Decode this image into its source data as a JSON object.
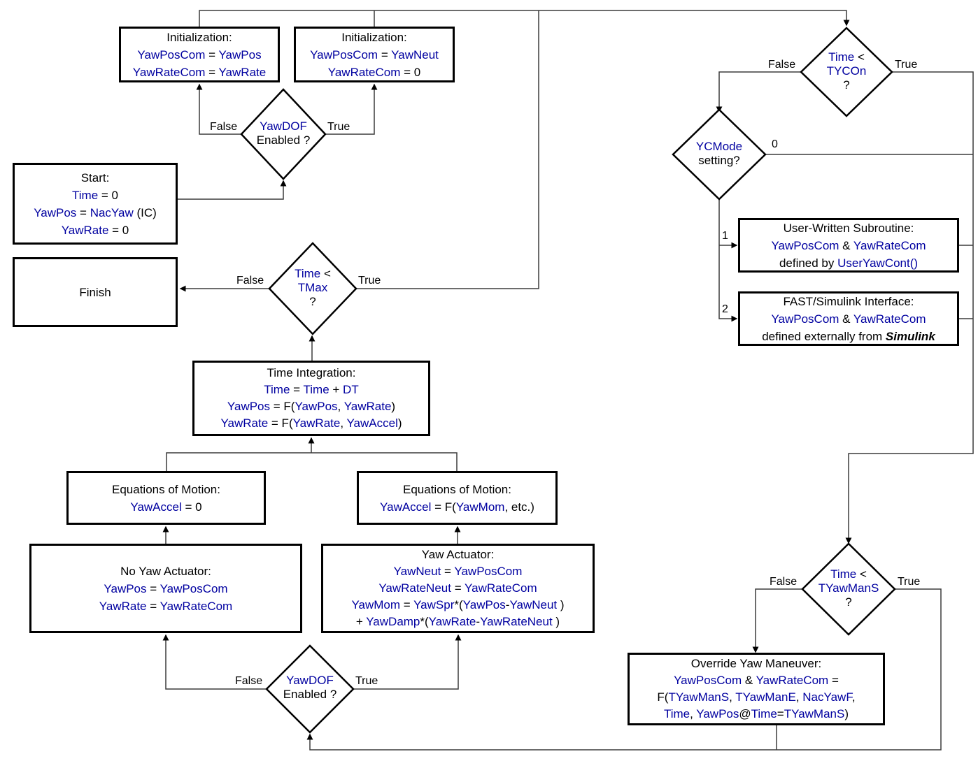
{
  "colors": {
    "variable_text": "#0000A0",
    "plain_text": "#000000",
    "connector": "#3c3c3c",
    "shape_border": "#000000",
    "background": "#ffffff"
  },
  "edge_labels": {
    "yawdof_top_false": "False",
    "yawdof_top_true": "True",
    "tmax_false": "False",
    "tmax_true": "True",
    "tycon_false": "False",
    "tycon_true": "True",
    "ycmode_zero": "0",
    "ycmode_one": "1",
    "ycmode_two": "2",
    "tyawmans_false": "False",
    "tyawmans_true": "True",
    "yawdof_bottom_false": "False",
    "yawdof_bottom_true": "True"
  },
  "nodes": {
    "init_left": {
      "type": "process",
      "lines": [
        [
          {
            "t": "Initialization:",
            "c": "k"
          }
        ],
        [
          {
            "t": "YawPosCom",
            "c": "b"
          },
          {
            "t": " = ",
            "c": "k"
          },
          {
            "t": "YawPos",
            "c": "b"
          }
        ],
        [
          {
            "t": "YawRateCom",
            "c": "b"
          },
          {
            "t": " = ",
            "c": "k"
          },
          {
            "t": "YawRate",
            "c": "b"
          }
        ]
      ]
    },
    "init_right": {
      "type": "process",
      "lines": [
        [
          {
            "t": "Initialization:",
            "c": "k"
          }
        ],
        [
          {
            "t": "YawPosCom",
            "c": "b"
          },
          {
            "t": " = ",
            "c": "k"
          },
          {
            "t": "YawNeut",
            "c": "b"
          }
        ],
        [
          {
            "t": "YawRateCom",
            "c": "b"
          },
          {
            "t": " = 0",
            "c": "k"
          }
        ]
      ]
    },
    "start": {
      "type": "process",
      "lines": [
        [
          {
            "t": "Start:",
            "c": "k"
          }
        ],
        [
          {
            "t": "Time",
            "c": "b"
          },
          {
            "t": " = 0",
            "c": "k"
          }
        ],
        [
          {
            "t": "YawPos",
            "c": "b"
          },
          {
            "t": " = ",
            "c": "k"
          },
          {
            "t": "NacYaw",
            "c": "b"
          },
          {
            "t": " (IC)",
            "c": "k"
          }
        ],
        [
          {
            "t": "YawRate",
            "c": "b"
          },
          {
            "t": " = 0",
            "c": "k"
          }
        ]
      ]
    },
    "finish": {
      "type": "process",
      "lines": [
        [
          {
            "t": "Finish",
            "c": "k"
          }
        ]
      ]
    },
    "time_integration": {
      "type": "process",
      "lines": [
        [
          {
            "t": "Time Integration:",
            "c": "k"
          }
        ],
        [
          {
            "t": "Time",
            "c": "b"
          },
          {
            "t": " = ",
            "c": "k"
          },
          {
            "t": "Time",
            "c": "b"
          },
          {
            "t": " + ",
            "c": "k"
          },
          {
            "t": "DT",
            "c": "b"
          }
        ],
        [
          {
            "t": "YawPos",
            "c": "b"
          },
          {
            "t": " = F(",
            "c": "k"
          },
          {
            "t": "YawPos",
            "c": "b"
          },
          {
            "t": ", ",
            "c": "k"
          },
          {
            "t": "YawRate",
            "c": "b"
          },
          {
            "t": ")",
            "c": "k"
          }
        ],
        [
          {
            "t": "YawRate",
            "c": "b"
          },
          {
            "t": " = F(",
            "c": "k"
          },
          {
            "t": "YawRate",
            "c": "b"
          },
          {
            "t": ", ",
            "c": "k"
          },
          {
            "t": "YawAccel",
            "c": "b"
          },
          {
            "t": ")",
            "c": "k"
          }
        ]
      ]
    },
    "eom_left": {
      "type": "process",
      "lines": [
        [
          {
            "t": "Equations of Motion:",
            "c": "k"
          }
        ],
        [
          {
            "t": "YawAccel",
            "c": "b"
          },
          {
            "t": " = 0",
            "c": "k"
          }
        ]
      ]
    },
    "eom_right": {
      "type": "process",
      "lines": [
        [
          {
            "t": "Equations of Motion:",
            "c": "k"
          }
        ],
        [
          {
            "t": "YawAccel",
            "c": "b"
          },
          {
            "t": " = F(",
            "c": "k"
          },
          {
            "t": "YawMom",
            "c": "b"
          },
          {
            "t": ", etc.)",
            "c": "k"
          }
        ]
      ]
    },
    "no_yaw_actuator": {
      "type": "process",
      "lines": [
        [
          {
            "t": "No Yaw Actuator:",
            "c": "k"
          }
        ],
        [
          {
            "t": "YawPos",
            "c": "b"
          },
          {
            "t": " = ",
            "c": "k"
          },
          {
            "t": "YawPosCom",
            "c": "b"
          }
        ],
        [
          {
            "t": "YawRate",
            "c": "b"
          },
          {
            "t": " = ",
            "c": "k"
          },
          {
            "t": "YawRateCom",
            "c": "b"
          }
        ]
      ]
    },
    "yaw_actuator": {
      "type": "process",
      "lines": [
        [
          {
            "t": "Yaw Actuator:",
            "c": "k"
          }
        ],
        [
          {
            "t": "YawNeut",
            "c": "b"
          },
          {
            "t": " = ",
            "c": "k"
          },
          {
            "t": "YawPosCom",
            "c": "b"
          }
        ],
        [
          {
            "t": "YawRateNeut",
            "c": "b"
          },
          {
            "t": " = ",
            "c": "k"
          },
          {
            "t": "YawRateCom",
            "c": "b"
          }
        ],
        [
          {
            "t": "YawMom",
            "c": "b"
          },
          {
            "t": " = ",
            "c": "k"
          },
          {
            "t": "YawSpr",
            "c": "b"
          },
          {
            "t": "*(",
            "c": "k"
          },
          {
            "t": "YawPos",
            "c": "b"
          },
          {
            "t": "-",
            "c": "k"
          },
          {
            "t": "YawNeut",
            "c": "b"
          },
          {
            "t": " )",
            "c": "k"
          }
        ],
        [
          {
            "t": "+ ",
            "c": "k"
          },
          {
            "t": "YawDamp",
            "c": "b"
          },
          {
            "t": "*(",
            "c": "k"
          },
          {
            "t": "YawRate",
            "c": "b"
          },
          {
            "t": "-",
            "c": "k"
          },
          {
            "t": "YawRateNeut",
            "c": "b"
          },
          {
            "t": " )",
            "c": "k"
          }
        ]
      ]
    },
    "user_subroutine": {
      "type": "process",
      "lines": [
        [
          {
            "t": "User-Written Subroutine:",
            "c": "k"
          }
        ],
        [
          {
            "t": "YawPosCom",
            "c": "b"
          },
          {
            "t": " & ",
            "c": "k"
          },
          {
            "t": "YawRateCom",
            "c": "b"
          }
        ],
        [
          {
            "t": "defined by ",
            "c": "k"
          },
          {
            "t": "UserYawCont()",
            "c": "b"
          }
        ]
      ]
    },
    "fast_simulink": {
      "type": "process",
      "lines": [
        [
          {
            "t": "FAST/Simulink Interface:",
            "c": "k"
          }
        ],
        [
          {
            "t": "YawPosCom",
            "c": "b"
          },
          {
            "t": " & ",
            "c": "k"
          },
          {
            "t": "YawRateCom",
            "c": "b"
          }
        ],
        [
          {
            "t": "defined externally from  ",
            "c": "k"
          },
          {
            "t": "Simulink",
            "c": "bi"
          }
        ]
      ]
    },
    "override_maneuver": {
      "type": "process",
      "lines": [
        [
          {
            "t": "Override Yaw Maneuver:",
            "c": "k"
          }
        ],
        [
          {
            "t": "YawPosCom",
            "c": "b"
          },
          {
            "t": " & ",
            "c": "k"
          },
          {
            "t": "YawRateCom",
            "c": "b"
          },
          {
            "t": " =",
            "c": "k"
          }
        ],
        [
          {
            "t": "F(",
            "c": "k"
          },
          {
            "t": "TYawManS",
            "c": "b"
          },
          {
            "t": ", ",
            "c": "k"
          },
          {
            "t": "TYawManE",
            "c": "b"
          },
          {
            "t": ", ",
            "c": "k"
          },
          {
            "t": "NacYawF",
            "c": "b"
          },
          {
            "t": ",",
            "c": "k"
          }
        ],
        [
          {
            "t": "Time",
            "c": "b"
          },
          {
            "t": ", ",
            "c": "k"
          },
          {
            "t": "YawPos",
            "c": "b"
          },
          {
            "t": "@",
            "c": "k"
          },
          {
            "t": "Time",
            "c": "b"
          },
          {
            "t": "=",
            "c": "k"
          },
          {
            "t": "TYawManS",
            "c": "b"
          },
          {
            "t": ")",
            "c": "k"
          }
        ]
      ]
    },
    "yawdof_top": {
      "type": "decision",
      "lines": [
        [
          {
            "t": "YawDOF",
            "c": "b"
          }
        ],
        [
          {
            "t": "Enabled ?",
            "c": "k"
          }
        ]
      ]
    },
    "tmax": {
      "type": "decision",
      "lines": [
        [
          {
            "t": "Time",
            "c": "b"
          },
          {
            "t": " <",
            "c": "k"
          }
        ],
        [
          {
            "t": "TMax",
            "c": "b"
          }
        ],
        [
          {
            "t": "?",
            "c": "k"
          }
        ]
      ]
    },
    "tycon": {
      "type": "decision",
      "lines": [
        [
          {
            "t": "Time",
            "c": "b"
          },
          {
            "t": " <",
            "c": "k"
          }
        ],
        [
          {
            "t": "TYCOn",
            "c": "b"
          }
        ],
        [
          {
            "t": "?",
            "c": "k"
          }
        ]
      ]
    },
    "ycmode": {
      "type": "decision",
      "lines": [
        [
          {
            "t": "YCMode",
            "c": "b"
          }
        ],
        [
          {
            "t": "setting?",
            "c": "k"
          }
        ]
      ]
    },
    "tyawmans": {
      "type": "decision",
      "lines": [
        [
          {
            "t": "Time",
            "c": "b"
          },
          {
            "t": " <",
            "c": "k"
          }
        ],
        [
          {
            "t": "TYawManS",
            "c": "b"
          }
        ],
        [
          {
            "t": "?",
            "c": "k"
          }
        ]
      ]
    },
    "yawdof_bottom": {
      "type": "decision",
      "lines": [
        [
          {
            "t": "YawDOF",
            "c": "b"
          }
        ],
        [
          {
            "t": "Enabled ?",
            "c": "k"
          }
        ]
      ]
    }
  }
}
